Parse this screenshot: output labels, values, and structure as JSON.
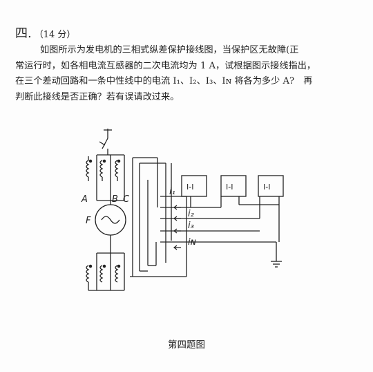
{
  "question": {
    "number": "四.",
    "points": "（14 分）",
    "lines": [
      "如图所示为发电机的三相式纵差保护接线图，当保护区无故障(正",
      "常运行时，如各相电流互感器的二次电流均为 1 A，试根据图示接线指出，",
      "在三个差动回路和一条中性线中的电流 I₁、I₂、I₃、Iɴ 将各为多少 A?　再",
      "判断此接线是否正确？若有误请改过来。"
    ]
  },
  "diagram": {
    "relays": [
      "I-I",
      "I-I",
      "I-I"
    ],
    "phase_labels": [
      "A",
      "B",
      "C"
    ],
    "generator_label": "F",
    "currents": [
      "i₁",
      "i₂",
      "i₃",
      "iɴ"
    ]
  },
  "caption": "第四题图"
}
